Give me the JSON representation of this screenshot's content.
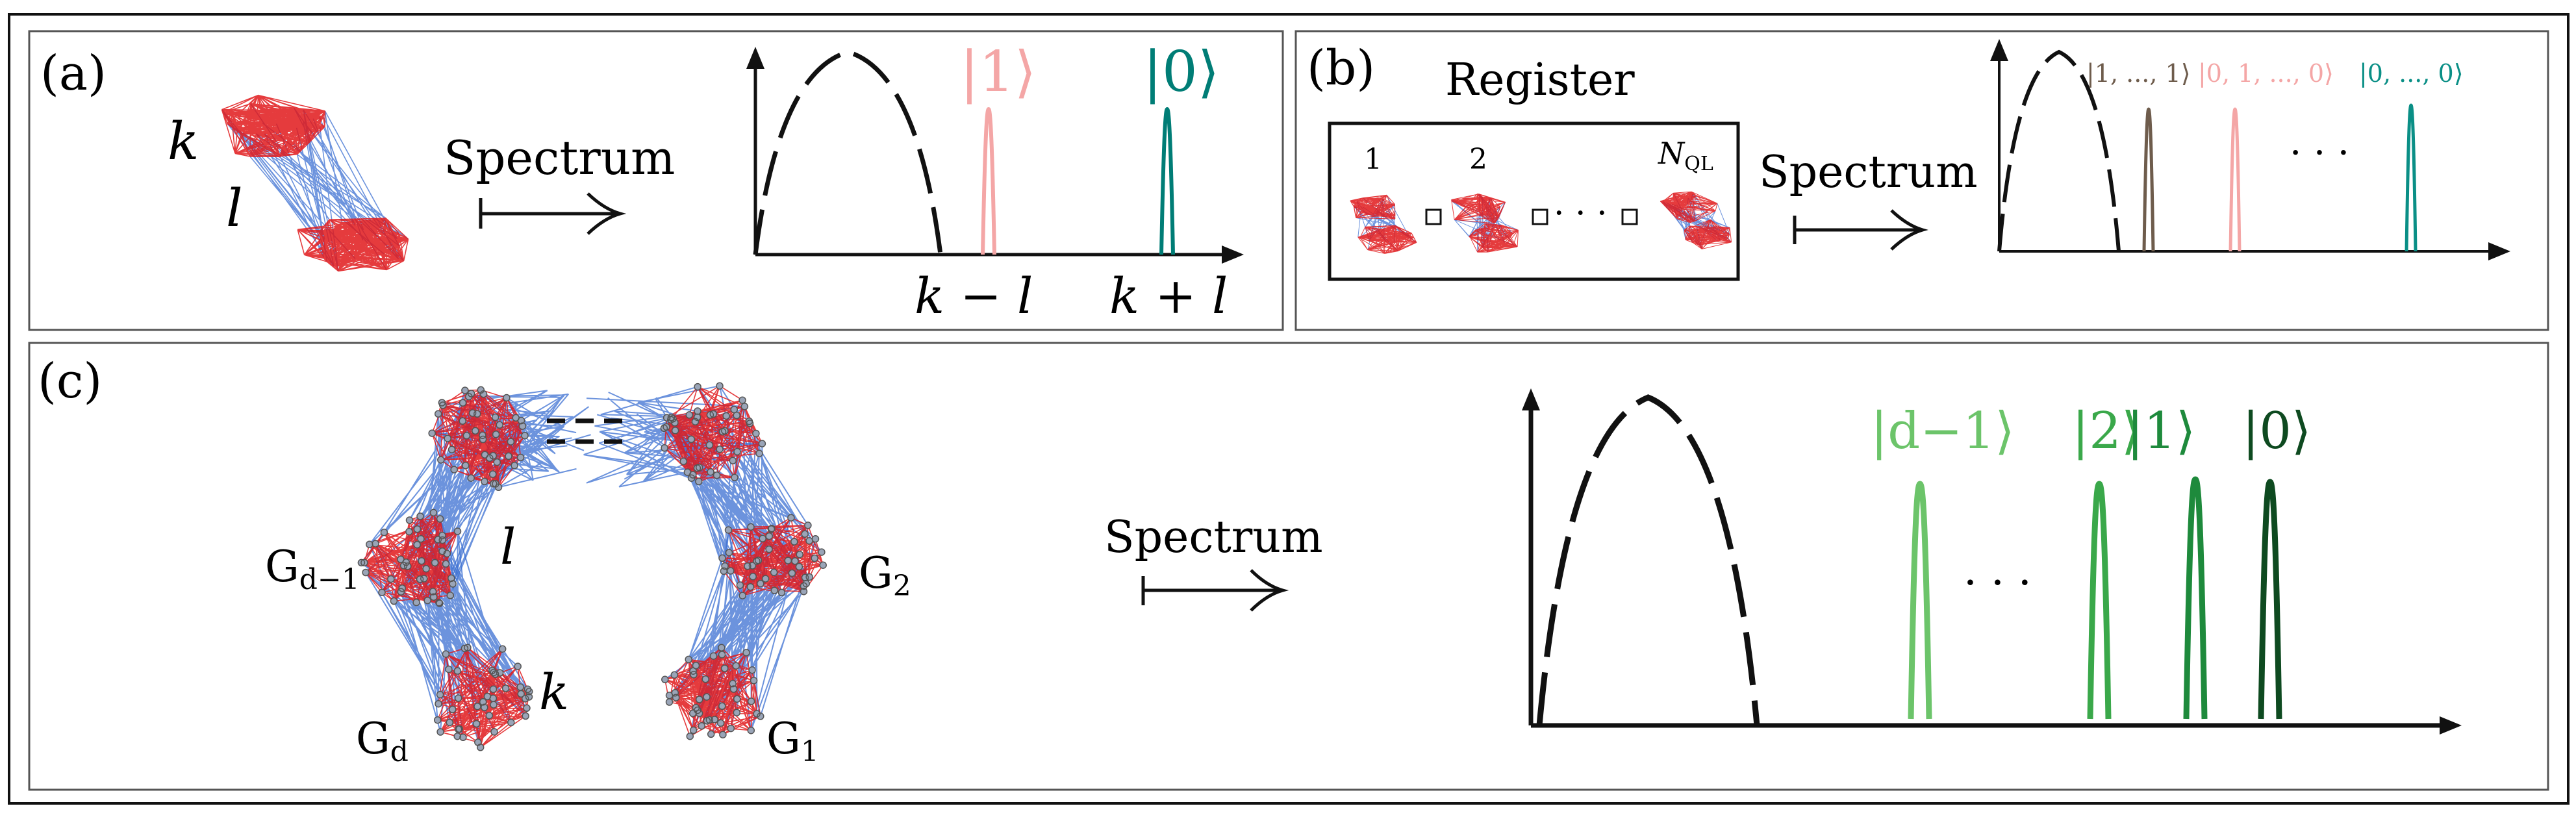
{
  "panels": {
    "a": {
      "tag": "(a)",
      "graph_label_k": "k",
      "graph_label_l": "l",
      "arrow_label": "Spectrum",
      "state_1": "|1⟩",
      "state_0": "|0⟩",
      "axis_label_left": "k − l",
      "axis_label_right": "k + l",
      "colors": {
        "peak_1": "#f4a6a6",
        "peak_0": "#007d76"
      }
    },
    "b": {
      "tag": "(b)",
      "register_title": "Register",
      "register_index_1": "1",
      "register_index_2": "2",
      "register_index_n_main": "N",
      "register_index_n_sub": "QL",
      "register_dots": "· · ·",
      "arrow_label": "Spectrum",
      "state_ones": "|1, ..., 1⟩",
      "state_mixed": "|0, 1, ..., 0⟩",
      "state_zeros": "|0, ..., 0⟩",
      "spectrum_dots": "· · ·",
      "colors": {
        "peak_ones": "#6e5c4c",
        "peak_mixed": "#f4a6a6",
        "peak_zeros": "#0a8f86"
      }
    },
    "c": {
      "tag": "(c)",
      "label_gd1_main": "G",
      "label_gd1_sub": "d−1",
      "label_gd_main": "G",
      "label_gd_sub": "d",
      "label_g2_main": "G",
      "label_g2_sub": "2",
      "label_g1_main": "G",
      "label_g1_sub": "1",
      "label_l": "l",
      "label_k": "k",
      "arrow_label": "Spectrum",
      "state_dm1": "|d−1⟩",
      "state_2": "|2⟩",
      "state_1": "|1⟩",
      "state_0": "|0⟩",
      "spectrum_dots": "· · ·",
      "colors": {
        "peak_dm1": "#6cc46a",
        "peak_2": "#3aa84a",
        "peak_1": "#1e8a3c",
        "peak_0": "#0e4a20"
      }
    }
  },
  "colors": {
    "intra_edge": "#e0191b",
    "inter_edge": "#3b6fd1",
    "node": "#555555"
  }
}
